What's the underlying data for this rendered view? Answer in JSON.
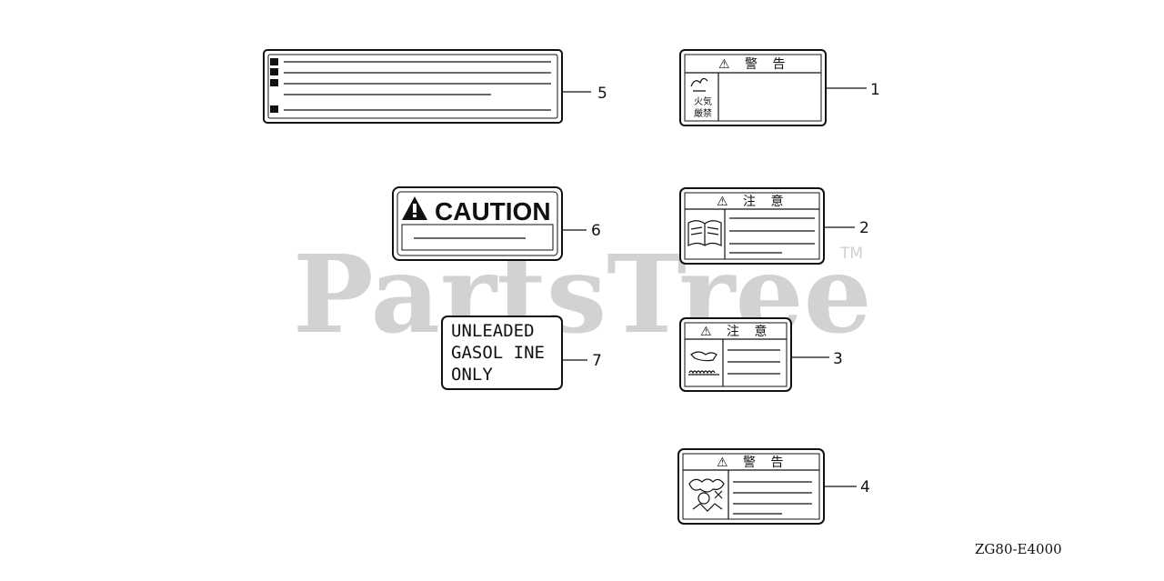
{
  "watermark": {
    "text": "PartsTree",
    "tm": "TM"
  },
  "drawing_code": "ZG80-E4000",
  "labels": [
    {
      "callout": "1",
      "header": "⚠ 警 告",
      "icon": "fire-warning-icon"
    },
    {
      "callout": "2",
      "header": "⚠ 注 意",
      "icon": "manual-book-icon"
    },
    {
      "callout": "3",
      "header": "⚠ 注 意",
      "icon": "hot-surface-hand-icon"
    },
    {
      "callout": "4",
      "header": "⚠ 警 告",
      "icon": "exhaust-gas-icon"
    },
    {
      "callout": "5"
    },
    {
      "callout": "6",
      "title": "CAUTION",
      "icon": "warning-triangle-icon"
    },
    {
      "callout": "7",
      "lines": [
        "UNLEADED",
        "GASOL INE",
        "ONLY"
      ]
    }
  ]
}
